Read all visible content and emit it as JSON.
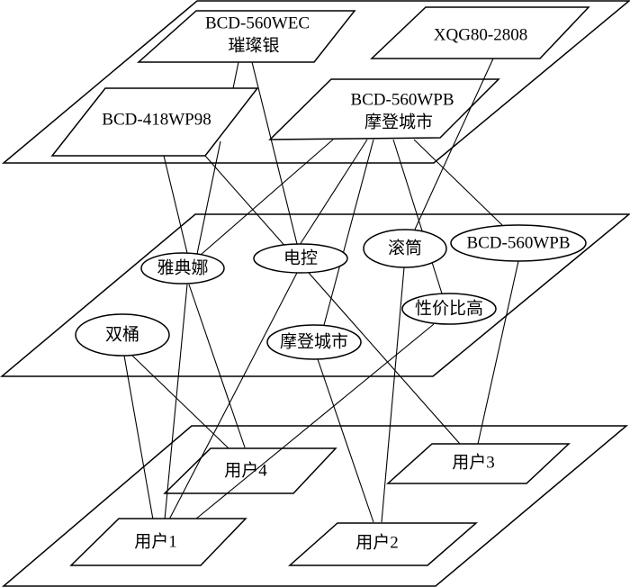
{
  "product_layer": {
    "items": [
      {
        "lines": [
          "BCD-560WEC",
          "璀璨银"
        ]
      },
      {
        "lines": [
          "XQG80-2808"
        ]
      },
      {
        "lines": [
          "BCD-418WP98"
        ]
      },
      {
        "lines": [
          "BCD-560WPB",
          "摩登城市"
        ]
      }
    ]
  },
  "attribute_layer": {
    "items": [
      {
        "label": "雅典娜"
      },
      {
        "label": "电控"
      },
      {
        "label": "滚筒"
      },
      {
        "label": "BCD-560WPB"
      },
      {
        "label": "性价比高"
      },
      {
        "label": "双桶"
      },
      {
        "label": "摩登城市"
      }
    ]
  },
  "user_layer": {
    "items": [
      {
        "label": "用户4"
      },
      {
        "label": "用户3"
      },
      {
        "label": "用户1"
      },
      {
        "label": "用户2"
      }
    ]
  }
}
